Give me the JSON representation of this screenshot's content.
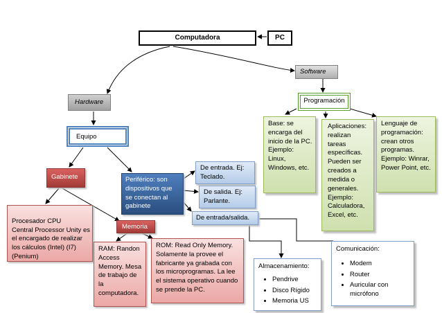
{
  "title": "Computadora",
  "title_tag": "PC",
  "software": "Software",
  "hardware": "Hardware",
  "programacion": "Programación",
  "equipo": "Equipo",
  "gabinete": "Gabinete",
  "periferico": "Periférico: son dispositivos que se conectan al gabinete",
  "entrada": "De entrada. Ej: Teclado.",
  "salida": "De salida. Ej: Parlante.",
  "entrada_salida": "De entrada/salida.",
  "procesador": "Procesador CPU\nCentral Processor Unity es el encargado de realizar los cálculos (Intel) (I7) (Penium)",
  "memoria": "Memoria",
  "ram": "RAM: Randon Access Memory. Mesa de trabajo de la computadora.",
  "rom": "ROM: Read Only Memory. Solamente la provee el fabricante ya grabada con los microprogramas. La lee el sistema operativo cuando se prende la PC.",
  "base": "Base: se encarga del inicio de la PC. Ejemplo: Linux, Windows, etc.",
  "aplicaciones": "Aplicaciones: realizan tareas específicas. Pueden ser creados a medida o generales. Ejemplo: Calculadora, Excel, etc.",
  "lenguaje": "Lenguaje de programación: crean otros programas. Ejemplo: Winrar, Power Point, etc.",
  "almacenamiento": {
    "title": "Almacenamiento:",
    "items": [
      "Pendrive",
      "Disco Rígido",
      "Memoria US"
    ]
  },
  "comunicacion": {
    "title": "Comunicación:",
    "items": [
      "Modem",
      "Router",
      "Auricular con micrófono"
    ]
  },
  "colors": {
    "hardware_fill": "#a6a6a6",
    "software_fill": "#bfbfbf",
    "equipo_border": "#4f81bd",
    "programacion_border": "#5aa02c",
    "red_dark": "#c0504d",
    "red_light": "#f2c4c3",
    "blue_dark": "#366092",
    "blue_light": "#c5d9f1",
    "green_light": "#d7e4bc"
  }
}
